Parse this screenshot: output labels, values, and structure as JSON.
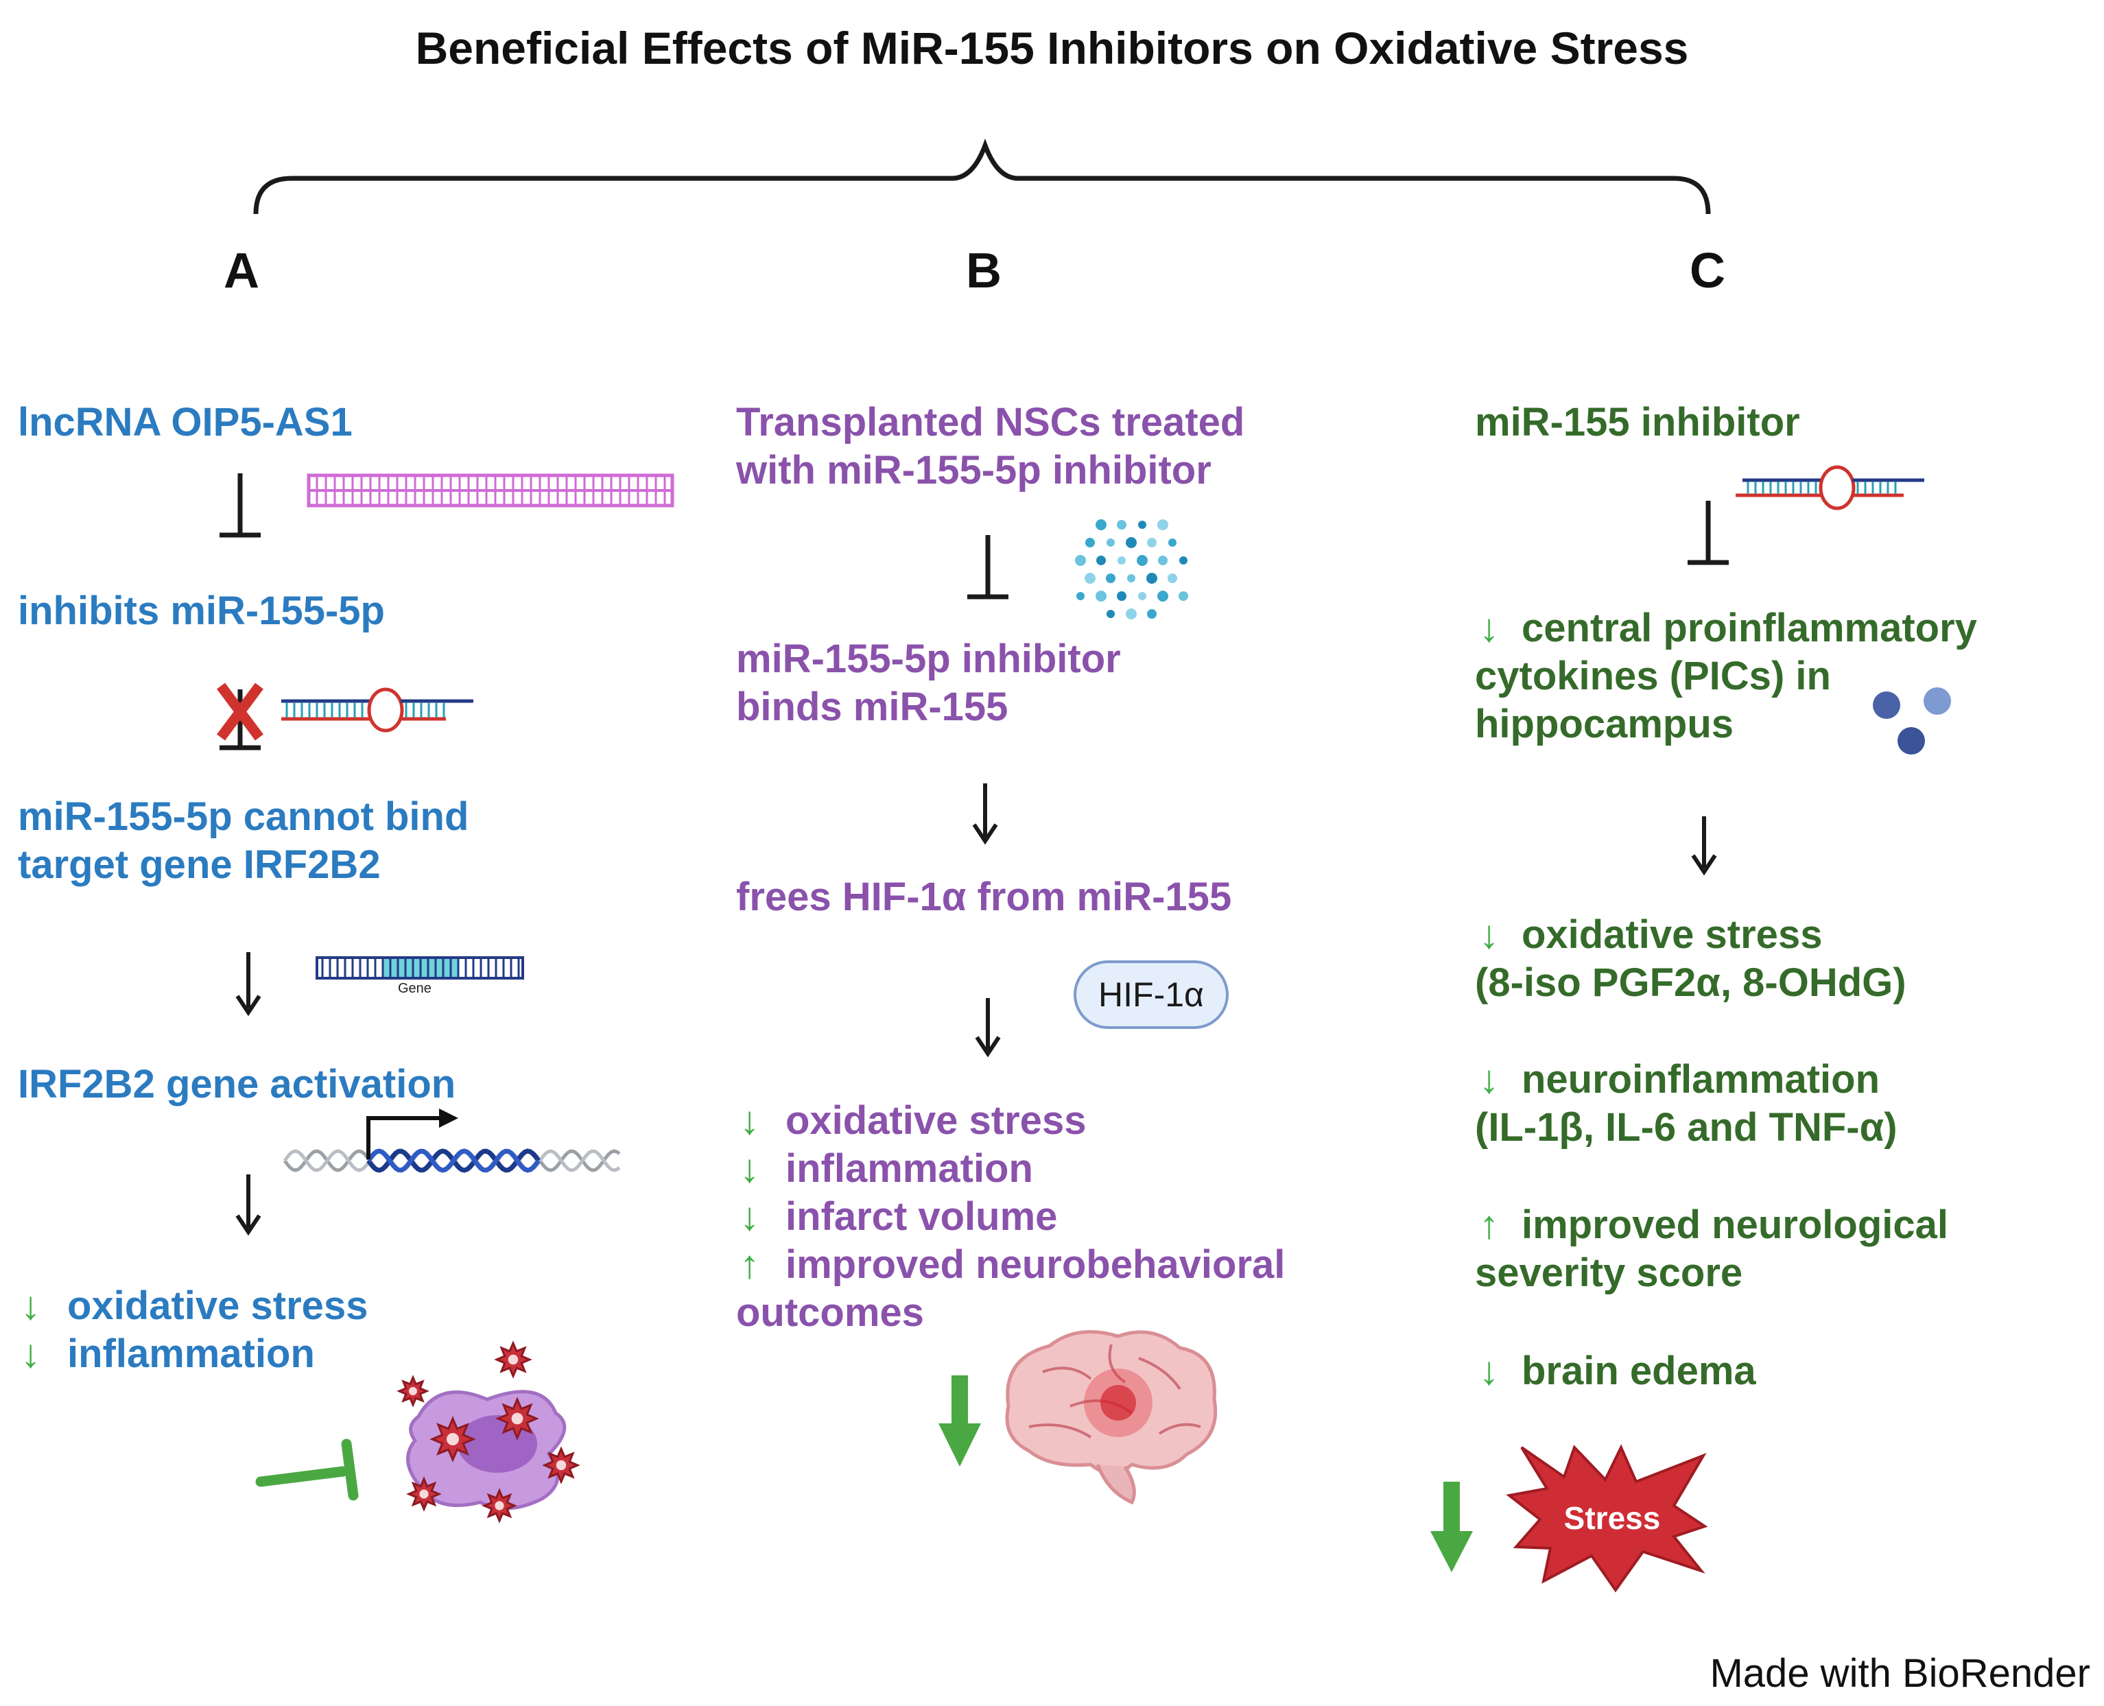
{
  "title": "Beneficial Effects of MiR-155 Inhibitors on Oxidative Stress",
  "panels": {
    "a": {
      "letter": "A",
      "line1": "lncRNA OIP5-AS1",
      "line2": "inhibits miR-155-5p",
      "line3a": "miR-155-5p cannot bind",
      "line3b": "target gene IRF2B2",
      "gene_label": "Gene",
      "line4": "IRF2B2 gene activation",
      "out1_arrow": "↓",
      "out1": "oxidative stress",
      "out2_arrow": "↓",
      "out2": "inflammation",
      "icons": [
        "inhibit-bar-icon",
        "rna-strand-icon",
        "blocked-inhibition-icon",
        "mirna-hairpin-icon",
        "arrow-down-icon",
        "gene-dna-icon",
        "gene-activation-icon",
        "inhibit-cell-icon",
        "ros-cell-icon"
      ]
    },
    "b": {
      "letter": "B",
      "line1a": "Transplanted NSCs treated",
      "line1b": "with miR-155-5p inhibitor",
      "line2a": "miR-155-5p inhibitor",
      "line2b": "binds miR-155",
      "line3": "frees HIF-1α from miR-155",
      "hif_label": "HIF-1α",
      "out1_arrow": "↓",
      "out1": "oxidative stress",
      "out2_arrow": "↓",
      "out2": "inflammation",
      "out3_arrow": "↓",
      "out3": "infarct volume",
      "out4_arrow": "↑",
      "out4a": "improved neurobehavioral",
      "out4b": "outcomes",
      "icons": [
        "inhibit-bar-icon",
        "nsc-particles-icon",
        "arrow-down-icon",
        "hif-1a-pill",
        "green-down-arrow-icon",
        "brain-icon"
      ]
    },
    "c": {
      "letter": "C",
      "line1": "miR-155 inhibitor",
      "out1_arrow": "↓",
      "out1a": "central proinflammatory",
      "out1b": "cytokines (PICs) in",
      "out1c": "hippocampus",
      "out2_arrow": "↓",
      "out2a": "oxidative stress",
      "out2b": "(8-iso PGF2α, 8-OHdG)",
      "out3_arrow": "↓",
      "out3a": "neuroinflammation",
      "out3b": "(IL-1β, IL-6 and TNF-α)",
      "out4_arrow": "↑",
      "out4a": "improved neurological",
      "out4b": "severity score",
      "out5_arrow": "↓",
      "out5": "brain edema",
      "stress_label": "Stress",
      "icons": [
        "mirna-hairpin-icon",
        "inhibit-bar-icon",
        "cytokine-spheres-icon",
        "arrow-down-icon",
        "green-down-arrow-icon",
        "stress-starburst-icon"
      ]
    }
  },
  "credit": "Made with BioRender",
  "colors": {
    "panel_a_text": "#2b7bc0",
    "panel_b_text": "#8a52ab",
    "panel_c_text": "#356b2a",
    "arrow_green": "#3fae45",
    "stress_red": "#cf2d35"
  }
}
